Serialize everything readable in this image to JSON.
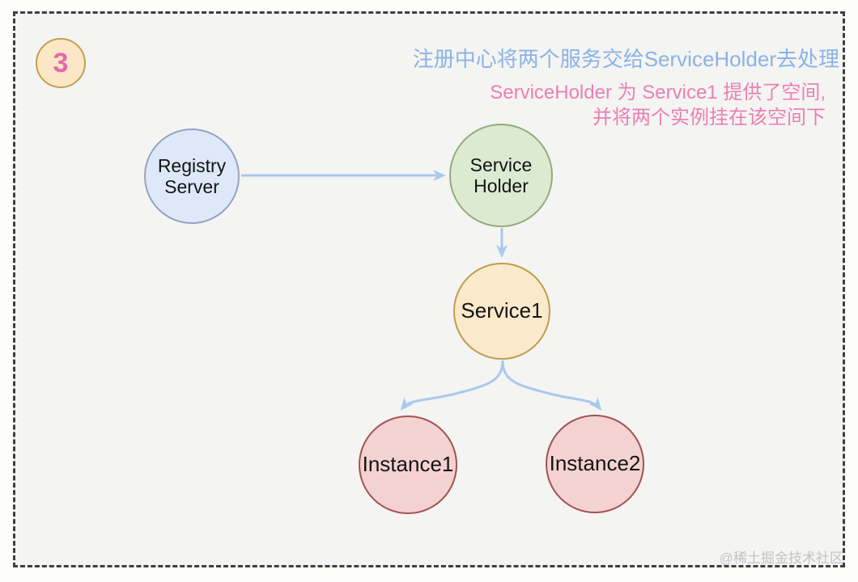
{
  "badge": {
    "label": "3"
  },
  "captions": {
    "blue": "注册中心将两个服务交给ServiceHolder去处理",
    "pink_line1": "ServiceHolder 为 Service1 提供了空间,",
    "pink_line2": "并将两个实例挂在该空间下"
  },
  "nodes": {
    "registry": {
      "line1": "Registry",
      "line2": "Server"
    },
    "holder": {
      "line1": "Service",
      "line2": "Holder"
    },
    "service1": {
      "line1": "Service1"
    },
    "instance1": {
      "line1": "Instance1"
    },
    "instance2": {
      "line1": "Instance2"
    }
  },
  "edges": [
    {
      "from": "registry",
      "to": "holder"
    },
    {
      "from": "holder",
      "to": "service1"
    },
    {
      "from": "service1",
      "to": "instance1"
    },
    {
      "from": "service1",
      "to": "instance2"
    }
  ],
  "watermark": "@稀土掘金技术社区",
  "colors": {
    "canvas_bg": "#f4f4f2",
    "frame_border": "#3f3f3f",
    "caption_blue": "#8ab3e6",
    "caption_pink": "#ec7fb4",
    "badge_fill": "#fbe7c6",
    "badge_border": "#c3a050",
    "badge_text": "#e668ae",
    "registry_fill": "#dde9f8",
    "registry_border": "#97a3bf",
    "holder_fill": "#dcead2",
    "holder_border": "#92ab7c",
    "service_fill": "#fbe9cb",
    "service_border": "#bf9c50",
    "instance_fill": "#f5d2d2",
    "instance_border": "#a35250",
    "arrow": "#a9c9ee",
    "watermark": "#c4c4c4"
  }
}
